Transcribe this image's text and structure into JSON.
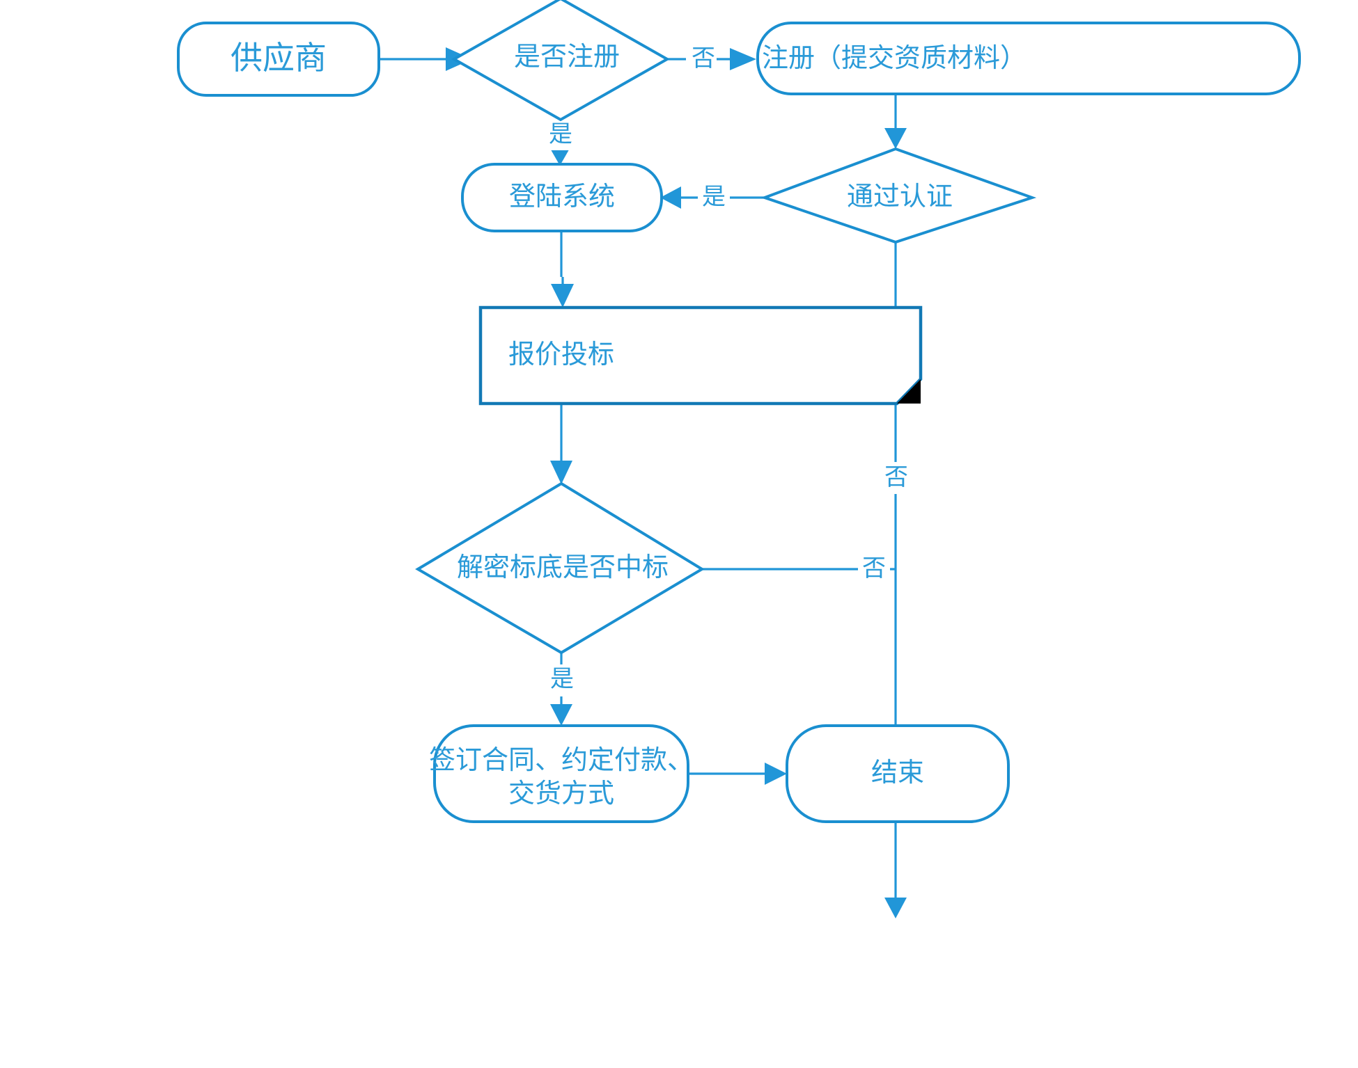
{
  "diagram": {
    "type": "flowchart",
    "orientation": "top-to-bottom",
    "background_color": "#ffffff",
    "stroke_color": "#1a8fd0",
    "text_color": "#2a9ad8",
    "fold_color": "#000000",
    "nodes": {
      "supplier": {
        "label": "供应商",
        "shape": "stadium",
        "role": "start"
      },
      "is_registered": {
        "label": "是否注册",
        "shape": "diamond",
        "role": "decision"
      },
      "register": {
        "label": "注册（提交资质材料）",
        "shape": "stadium",
        "role": "process"
      },
      "certified": {
        "label": "通过认证",
        "shape": "diamond",
        "role": "decision"
      },
      "login": {
        "label": "登陆系统",
        "shape": "stadium",
        "role": "process"
      },
      "bid": {
        "label": "报价投标",
        "shape": "document",
        "role": "document"
      },
      "decrypt_win": {
        "label": "解密标底是否中标",
        "shape": "diamond",
        "role": "decision"
      },
      "contract": {
        "label_line1": "签订合同、约定付款、",
        "label_line2": "交货方式",
        "shape": "stadium",
        "role": "process"
      },
      "end": {
        "label": "结束",
        "shape": "stadium",
        "role": "end"
      }
    },
    "edges": [
      {
        "id": "supplier-to-is-registered",
        "from": "supplier",
        "to": "is_registered",
        "label": ""
      },
      {
        "id": "is-registered-no-to-register",
        "from": "is_registered",
        "to": "register",
        "label": "否"
      },
      {
        "id": "is-registered-yes-to-login",
        "from": "is_registered",
        "to": "login",
        "label": "是"
      },
      {
        "id": "register-to-certified",
        "from": "register",
        "to": "certified",
        "label": ""
      },
      {
        "id": "certified-yes-to-login",
        "from": "certified",
        "to": "login",
        "label": "是"
      },
      {
        "id": "certified-no-to-end",
        "from": "certified",
        "to": "end",
        "label": "否"
      },
      {
        "id": "login-to-bid",
        "from": "login",
        "to": "bid",
        "label": ""
      },
      {
        "id": "bid-to-decrypt-win",
        "from": "bid",
        "to": "decrypt_win",
        "label": ""
      },
      {
        "id": "decrypt-win-yes-to-contract",
        "from": "decrypt_win",
        "to": "contract",
        "label": "是"
      },
      {
        "id": "decrypt-win-no-to-end",
        "from": "decrypt_win",
        "to": "end",
        "label": "否"
      },
      {
        "id": "contract-to-end",
        "from": "contract",
        "to": "end",
        "label": ""
      }
    ]
  }
}
